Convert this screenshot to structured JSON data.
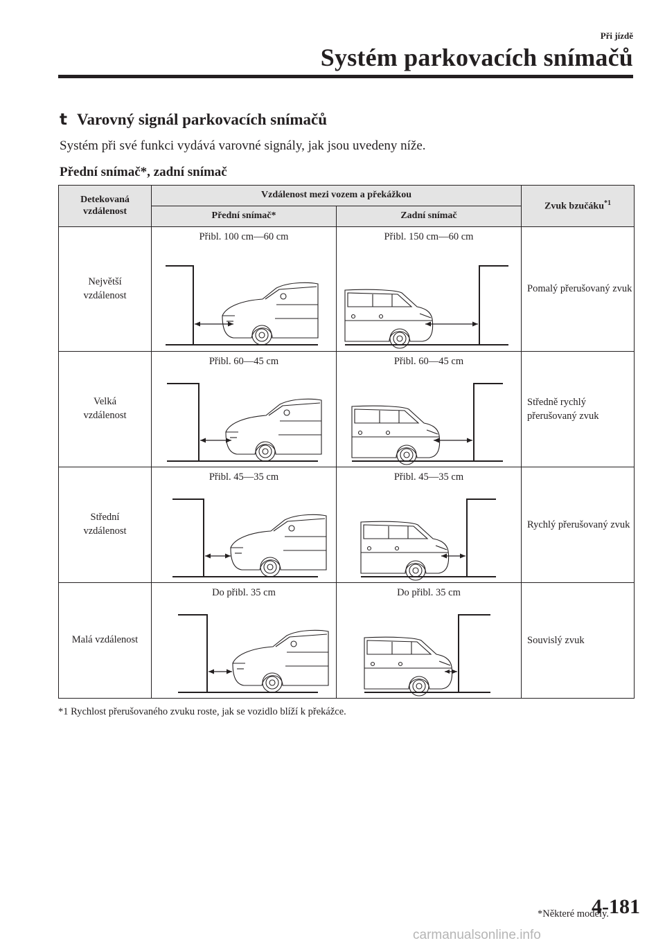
{
  "header": {
    "section_small": "Při jízdě",
    "section_title": "Systém parkovacích snímačů"
  },
  "section": {
    "bullet": "t",
    "title": "Varovný signál parkovacích snímačů",
    "intro": "Systém při své funkci vydává varovné signály, jak jsou uvedeny níže.",
    "subheading": "Přední snímač*, zadní snímač"
  },
  "table": {
    "col_detected": "Detekovaná vzdálenost",
    "col_distance": "Vzdálenost mezi vozem a překážkou",
    "col_front": "Přední snímač*",
    "col_rear": "Zadní snímač",
    "col_buzzer": "Zvuk bzučáku",
    "col_buzzer_note": "*1",
    "rows": [
      {
        "label": "Největší vzdálenost",
        "front": "Přibl. 100 cm—60 cm",
        "rear": "Přibl. 150 cm—60 cm",
        "sound": "Pomalý přerušovaný zvuk"
      },
      {
        "label": "Velká vzdálenost",
        "front": "Přibl. 60—45 cm",
        "rear": "Přibl. 60—45 cm",
        "sound": "Středně rychlý přerušovaný zvuk"
      },
      {
        "label": "Střední vzdálenost",
        "front": "Přibl. 45—35 cm",
        "rear": "Přibl. 45—35 cm",
        "sound": "Rychlý přerušovaný zvuk"
      },
      {
        "label": "Malá vzdálenost",
        "front": "Do přibl. 35 cm",
        "rear": "Do přibl. 35 cm",
        "sound": "Souvislý zvuk"
      }
    ]
  },
  "footnote": "*1  Rychlost přerušovaného zvuku roste, jak se vozidlo blíží k překážce.",
  "footer": {
    "models_note": "*Některé modely.",
    "page_number": "4-181",
    "watermark": "carmanualsonline.info"
  }
}
